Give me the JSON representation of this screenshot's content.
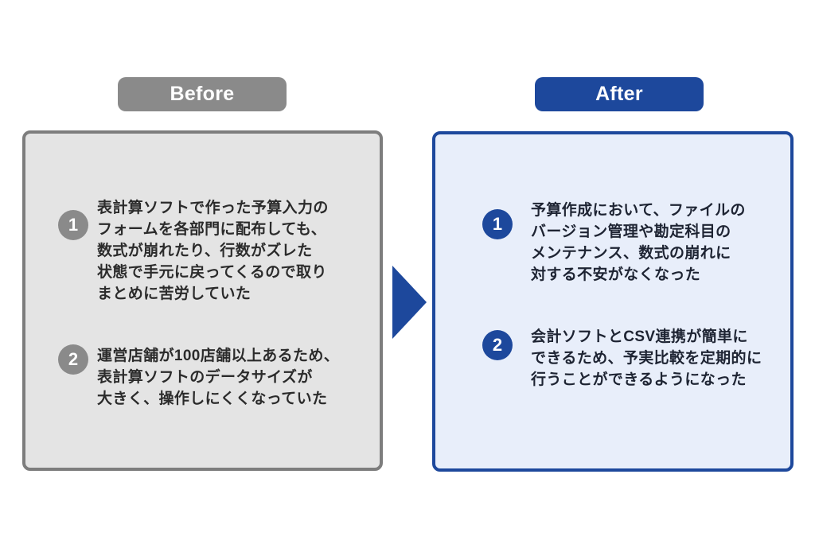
{
  "colors": {
    "page_bg": "#ffffff",
    "before_accent": "#8a8a8a",
    "before_panel_bg": "#e4e4e4",
    "before_border": "#7d7d7d",
    "before_text": "#2b2b2b",
    "after_accent": "#1d489c",
    "after_panel_bg": "#e8eefa",
    "after_text": "#1e2433",
    "badge_text": "#ffffff"
  },
  "before": {
    "label": "Before",
    "items": [
      {
        "number": "1",
        "text": "表計算ソフトで作った予算入力の\nフォームを各部門に配布しても、\n数式が崩れたり、行数がズレた\n状態で手元に戻ってくるので取り\nまとめに苦労していた"
      },
      {
        "number": "2",
        "text": "運営店舗が100店舗以上あるため、\n表計算ソフトのデータサイズが\n大きく、操作しにくくなっていた"
      }
    ]
  },
  "after": {
    "label": "After",
    "items": [
      {
        "number": "1",
        "text": "予算作成において、ファイルの\nバージョン管理や勘定科目の\nメンテナンス、数式の崩れに\n対する不安がなくなった"
      },
      {
        "number": "2",
        "text": "会計ソフトとCSV連携が簡単に\nできるため、予実比較を定期的に\n行うことができるようになった"
      }
    ]
  },
  "arrow": {
    "meaning": "before-to-after transition arrow"
  }
}
